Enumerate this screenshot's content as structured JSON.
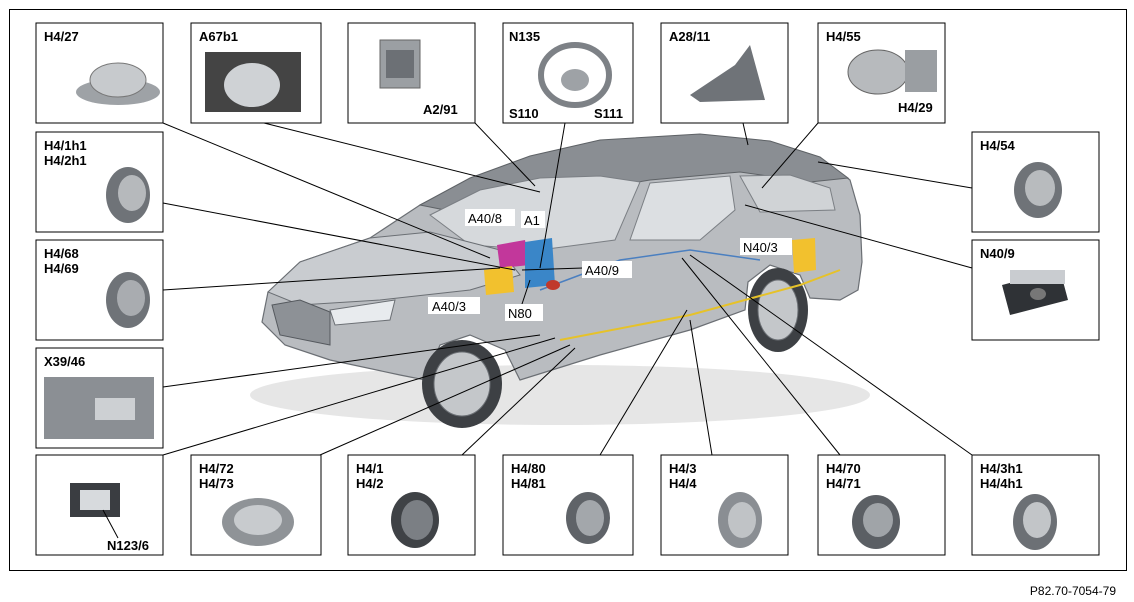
{
  "figure_ref": "P82.70-7054-79",
  "boxes": {
    "h427": [
      "H4/27"
    ],
    "a67b1": [
      "A67b1"
    ],
    "a291": [
      "A2/91"
    ],
    "n135": [
      "N135",
      "S110",
      "S111"
    ],
    "a2811": [
      "A28/11"
    ],
    "h455": [
      "H4/55",
      "H4/29"
    ],
    "h41h1": [
      "H4/1h1",
      "H4/2h1"
    ],
    "h468": [
      "H4/68",
      "H4/69"
    ],
    "x3946": [
      "X39/46"
    ],
    "n1236": [
      "N123/6"
    ],
    "h472": [
      "H4/72",
      "H4/73"
    ],
    "h41": [
      "H4/1",
      "H4/2"
    ],
    "h480": [
      "H4/80",
      "H4/81"
    ],
    "h43": [
      "H4/3",
      "H4/4"
    ],
    "h470": [
      "H4/70",
      "H4/71"
    ],
    "h43h1": [
      "H4/3h1",
      "H4/4h1"
    ],
    "h454": [
      "H4/54"
    ],
    "n409": [
      "N40/9"
    ]
  },
  "car_labels": [
    "A40/8",
    "A1",
    "A40/9",
    "A40/3",
    "N80",
    "N40/3"
  ],
  "colors": {
    "car_body": "#b9bcc0",
    "a40_8": "#c2379b",
    "a1": "#3a86c8",
    "a40_3": "#f2c12e",
    "n80": "#c0392b",
    "n40_3": "#f2c12e"
  }
}
